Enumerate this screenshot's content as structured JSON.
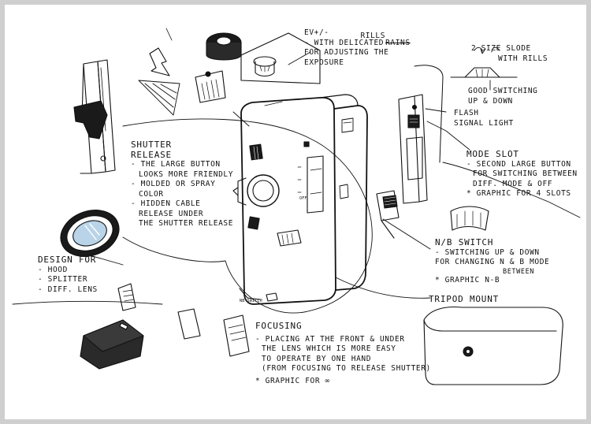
{
  "annotations": {
    "ev": {
      "l1": "EV+/-",
      "l2a": "- WITH DELICATED",
      "l2b": "RILLS",
      "l2c": "RAINS",
      "l3": "FOR ADJUSTING THE",
      "l4": "EXPOSURE"
    },
    "slope": {
      "l1": "2 SIZE SLODE",
      "l2": "WITH RILLS",
      "l3": "GOOD SWITCHING",
      "l4": "UP & DOWN"
    },
    "flash": {
      "l1": "FLASH",
      "l2": "SIGNAL LIGHT"
    },
    "shutter": {
      "title": "SHUTTER",
      "title2": "RELEASE",
      "l1": "- THE LARGE BUTTON",
      "l2": "LOOKS MORE FRIENDLY",
      "l3": "- MOLDED OR SPRAY",
      "l4": "COLOR",
      "l5": "- HIDDEN CABLE",
      "l6": "RELEASE UNDER",
      "l7": "THE SHUTTER RELEASE"
    },
    "mode": {
      "title": "MODE SLOT",
      "l1": "- SECOND LARGE BUTTON",
      "l2": "FOR SWITCHING BETWEEN",
      "l3": "DIFF. MODE & OFF",
      "l4": "* GRAPHIC FOR 4 SLOTS"
    },
    "nb": {
      "title": "N/B SWITCH",
      "l1": "- SWITCHING UP & DOWN",
      "l2": "FOR CHANGING N & B MODE",
      "l2b": "BETWEEN",
      "l3": "* GRAPHIC N-B"
    },
    "design": {
      "title": "DESIGN FOR",
      "l1": "- HOOD",
      "l2": "- SPLITTER",
      "l3": "- DIFF. LENS"
    },
    "tripod": {
      "title": "TRIPOD MOUNT"
    },
    "focusing": {
      "title": "FOCUSING",
      "l1": "- PLACING AT THE FRONT & UNDER",
      "l2": "THE LENS WHICH IS MORE EASY",
      "l3": "TO OPERATE BY ONE HAND",
      "l4": "(FROM FOCUSING TO RELEASE SHUTTER)",
      "l5": "* GRAPHIC FOR ∞"
    },
    "small": {
      "nb_label": "NB SWITCH",
      "off_label": "OFF"
    }
  },
  "colors": {
    "ink": "#111111",
    "fill_dark": "#2a2a2a",
    "lens_blue": "#b9d4e8",
    "paper": "#ffffff",
    "frame": "#cfcfcf"
  }
}
